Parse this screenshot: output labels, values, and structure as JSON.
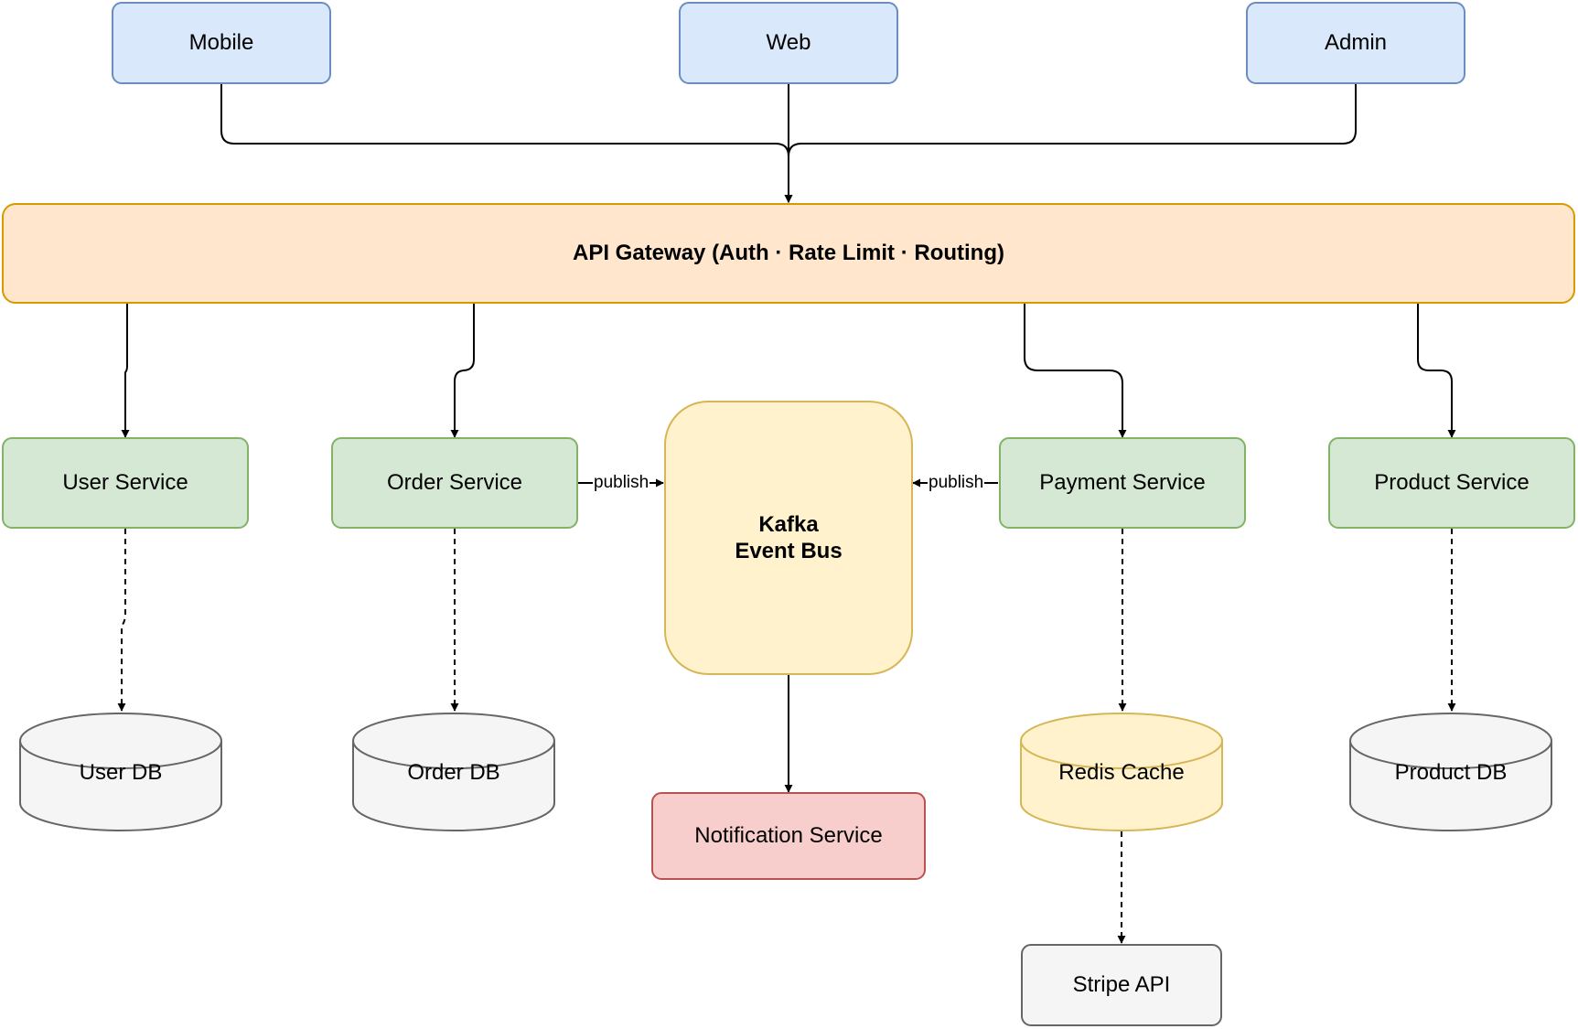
{
  "clients": {
    "mobile": "Mobile",
    "web": "Web",
    "admin": "Admin"
  },
  "gateway": {
    "label": "API Gateway (Auth · Rate Limit · Routing)"
  },
  "services": {
    "user": "User Service",
    "order": "Order Service",
    "payment": "Payment Service",
    "product": "Product Service"
  },
  "kafka": {
    "line1": "Kafka",
    "line2": "Event Bus"
  },
  "edges": {
    "order_publish": "publish",
    "payment_publish": "publish"
  },
  "datastores": {
    "user_db": "User DB",
    "order_db": "Order DB",
    "redis": "Redis Cache",
    "product_db": "Product DB"
  },
  "notification": {
    "label": "Notification Service"
  },
  "external": {
    "stripe": "Stripe API"
  },
  "colors": {
    "client_fill": "#dae8fc",
    "client_stroke": "#6c8ebf",
    "gateway_fill": "#ffe6cc",
    "gateway_stroke": "#d79b00",
    "service_fill": "#d5e8d4",
    "service_stroke": "#82b366",
    "kafka_fill": "#fff2cc",
    "kafka_stroke": "#d6b656",
    "notification_fill": "#f8cecc",
    "notification_stroke": "#b85450",
    "db_fill": "#f5f5f5",
    "db_stroke": "#666666",
    "cache_fill": "#fff2cc",
    "cache_stroke": "#d6b656"
  }
}
